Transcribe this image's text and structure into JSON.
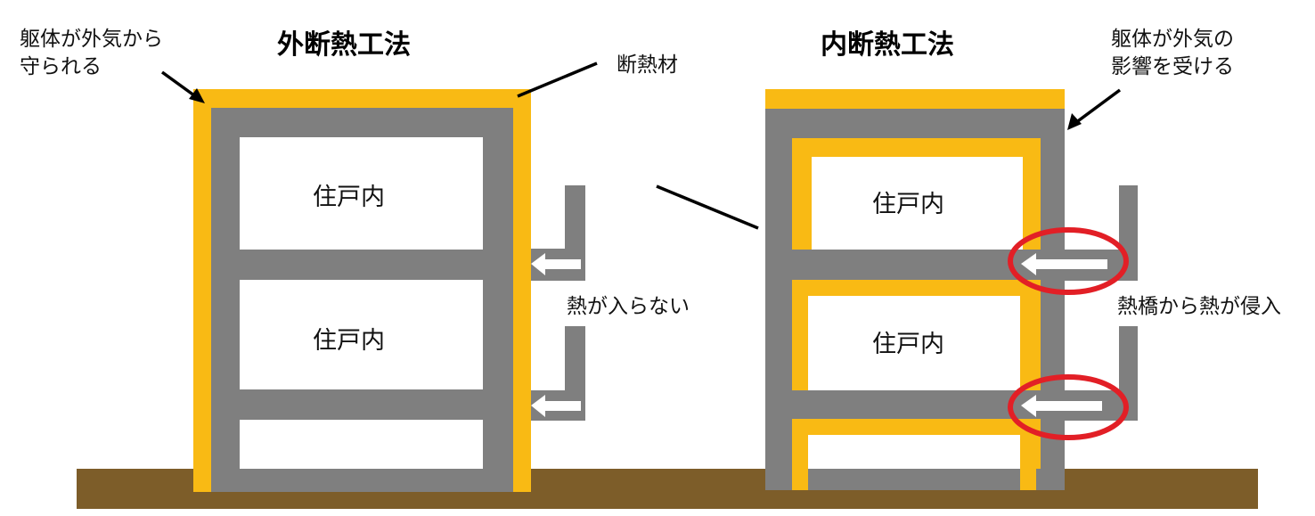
{
  "colors": {
    "insulation": "#F9BA14",
    "structure": "#7F7F7F",
    "ground": "#7D5D29",
    "highlight": "#E21F26",
    "arrow_fill": "#FFFFFF",
    "text": "#111111"
  },
  "external": {
    "title": "外断熱工法",
    "note_protected_line1": "躯体が外気から",
    "note_protected_line2": "守られる",
    "insulation_label": "断熱材",
    "room_upper": "住戸内",
    "room_lower": "住戸内",
    "heat_label": "熱が入らない"
  },
  "internal": {
    "title": "内断熱工法",
    "note_affected_line1": "躯体が外気の",
    "note_affected_line2": "影響を受ける",
    "room_upper": "住戸内",
    "room_lower": "住戸内",
    "heat_label": "熱橋から熱が侵入"
  }
}
